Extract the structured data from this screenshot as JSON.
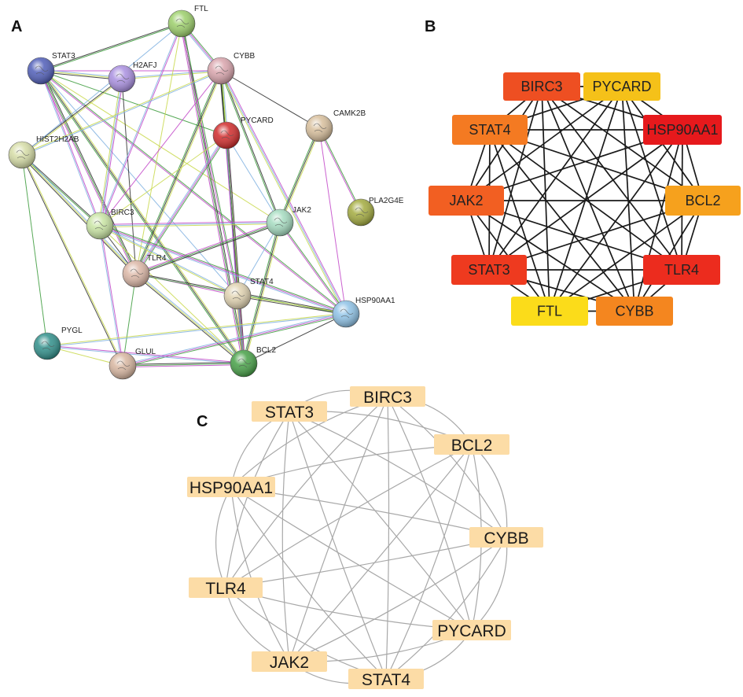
{
  "panels": {
    "a_label": "A",
    "b_label": "B",
    "c_label": "C"
  },
  "panel_a": {
    "nodes": [
      {
        "id": "FTL",
        "label": "FTL",
        "color": "#9ccf6a"
      },
      {
        "id": "STAT3",
        "label": "STAT3",
        "color": "#4f5db8"
      },
      {
        "id": "H2AFJ",
        "label": "H2AFJ",
        "color": "#a98fe0"
      },
      {
        "id": "CYBB",
        "label": "CYBB",
        "color": "#d9a4ac"
      },
      {
        "id": "PYCARD",
        "label": "PYCARD",
        "color": "#d02a2a"
      },
      {
        "id": "CAMK2B",
        "label": "CAMK2B",
        "color": "#d8bf9c"
      },
      {
        "id": "HIST2H2AB",
        "label": "HIST2H2AB",
        "color": "#d6dda6"
      },
      {
        "id": "PLA2G4E",
        "label": "PLA2G4E",
        "color": "#a3ab3e"
      },
      {
        "id": "BIRC3",
        "label": "BIRC3",
        "color": "#c8e4a2"
      },
      {
        "id": "JAK2",
        "label": "JAK2",
        "color": "#a5dcc0"
      },
      {
        "id": "TLR4",
        "label": "TLR4",
        "color": "#dcb7a6"
      },
      {
        "id": "STAT4",
        "label": "STAT4",
        "color": "#e0d2b0"
      },
      {
        "id": "HSP90AA1",
        "label": "HSP90AA1",
        "color": "#8ec2e6"
      },
      {
        "id": "PYGL",
        "label": "PYGL",
        "color": "#2f8f8a"
      },
      {
        "id": "GLUL",
        "label": "GLUL",
        "color": "#d8b6a0"
      },
      {
        "id": "BCL2",
        "label": "BCL2",
        "color": "#46a046"
      }
    ],
    "edges": [
      [
        "STAT3",
        "JAK2"
      ],
      [
        "STAT3",
        "BIRC3"
      ],
      [
        "STAT3",
        "TLR4"
      ],
      [
        "STAT3",
        "STAT4"
      ],
      [
        "STAT3",
        "HSP90AA1"
      ],
      [
        "STAT3",
        "BCL2"
      ],
      [
        "STAT3",
        "CYBB"
      ],
      [
        "STAT3",
        "FTL"
      ],
      [
        "STAT3",
        "H2AFJ"
      ],
      [
        "STAT3",
        "PYCARD"
      ],
      [
        "H2AFJ",
        "HIST2H2AB"
      ],
      [
        "H2AFJ",
        "BIRC3"
      ],
      [
        "H2AFJ",
        "TLR4"
      ],
      [
        "H2AFJ",
        "CYBB"
      ],
      [
        "FTL",
        "CYBB"
      ],
      [
        "FTL",
        "TLR4"
      ],
      [
        "FTL",
        "BIRC3"
      ],
      [
        "FTL",
        "BCL2"
      ],
      [
        "FTL",
        "HIST2H2AB"
      ],
      [
        "FTL",
        "STAT4"
      ],
      [
        "CYBB",
        "TLR4"
      ],
      [
        "CYBB",
        "BIRC3"
      ],
      [
        "CYBB",
        "JAK2"
      ],
      [
        "CYBB",
        "PYCARD"
      ],
      [
        "CYBB",
        "STAT4"
      ],
      [
        "CYBB",
        "BCL2"
      ],
      [
        "CYBB",
        "HSP90AA1"
      ],
      [
        "CYBB",
        "CAMK2B"
      ],
      [
        "CYBB",
        "HIST2H2AB"
      ],
      [
        "PYCARD",
        "TLR4"
      ],
      [
        "PYCARD",
        "BIRC3"
      ],
      [
        "PYCARD",
        "STAT4"
      ],
      [
        "PYCARD",
        "BCL2"
      ],
      [
        "PYCARD",
        "JAK2"
      ],
      [
        "CAMK2B",
        "PLA2G4E"
      ],
      [
        "CAMK2B",
        "JAK2"
      ],
      [
        "CAMK2B",
        "HSP90AA1"
      ],
      [
        "HIST2H2AB",
        "BIRC3"
      ],
      [
        "HIST2H2AB",
        "TLR4"
      ],
      [
        "HIST2H2AB",
        "PYGL"
      ],
      [
        "HIST2H2AB",
        "GLUL"
      ],
      [
        "BIRC3",
        "JAK2"
      ],
      [
        "BIRC3",
        "TLR4"
      ],
      [
        "BIRC3",
        "STAT4"
      ],
      [
        "BIRC3",
        "HSP90AA1"
      ],
      [
        "BIRC3",
        "BCL2"
      ],
      [
        "BIRC3",
        "GLUL"
      ],
      [
        "JAK2",
        "TLR4"
      ],
      [
        "JAK2",
        "STAT4"
      ],
      [
        "JAK2",
        "HSP90AA1"
      ],
      [
        "JAK2",
        "BCL2"
      ],
      [
        "TLR4",
        "STAT4"
      ],
      [
        "TLR4",
        "HSP90AA1"
      ],
      [
        "TLR4",
        "BCL2"
      ],
      [
        "TLR4",
        "GLUL"
      ],
      [
        "STAT4",
        "HSP90AA1"
      ],
      [
        "STAT4",
        "BCL2"
      ],
      [
        "HSP90AA1",
        "BCL2"
      ],
      [
        "HSP90AA1",
        "PYGL"
      ],
      [
        "HSP90AA1",
        "GLUL"
      ],
      [
        "PYGL",
        "GLUL"
      ],
      [
        "PYGL",
        "BCL2"
      ],
      [
        "GLUL",
        "BCL2"
      ]
    ],
    "edge_colors": [
      "#c8d84a",
      "#c246c8",
      "#2c2c2c",
      "#7fb0e0",
      "#3a9a3a"
    ]
  },
  "panel_b": {
    "nodes": [
      {
        "id": "BIRC3",
        "label": "BIRC3",
        "color": "#ee4f22"
      },
      {
        "id": "PYCARD",
        "label": "PYCARD",
        "color": "#f5c119"
      },
      {
        "id": "STAT4",
        "label": "STAT4",
        "color": "#f47a22"
      },
      {
        "id": "HSP90AA1",
        "label": "HSP90AA1",
        "color": "#e6191c"
      },
      {
        "id": "JAK2",
        "label": "JAK2",
        "color": "#f25f22"
      },
      {
        "id": "BCL2",
        "label": "BCL2",
        "color": "#f6a11d"
      },
      {
        "id": "STAT3",
        "label": "STAT3",
        "color": "#ee3a1f"
      },
      {
        "id": "TLR4",
        "label": "TLR4",
        "color": "#ec2c1e"
      },
      {
        "id": "FTL",
        "label": "FTL",
        "color": "#fbdc1a"
      },
      {
        "id": "CYBB",
        "label": "CYBB",
        "color": "#f4861f"
      }
    ],
    "edge_color": "#1a1a1a"
  },
  "panel_c": {
    "nodes": [
      {
        "id": "BIRC3",
        "label": "BIRC3"
      },
      {
        "id": "STAT3",
        "label": "STAT3"
      },
      {
        "id": "BCL2",
        "label": "BCL2"
      },
      {
        "id": "HSP90AA1",
        "label": "HSP90AA1"
      },
      {
        "id": "CYBB",
        "label": "CYBB"
      },
      {
        "id": "TLR4",
        "label": "TLR4"
      },
      {
        "id": "PYCARD",
        "label": "PYCARD"
      },
      {
        "id": "JAK2",
        "label": "JAK2"
      },
      {
        "id": "STAT4",
        "label": "STAT4"
      }
    ],
    "node_color": "#fcdca6",
    "edge_color": "#a8a8a8"
  }
}
